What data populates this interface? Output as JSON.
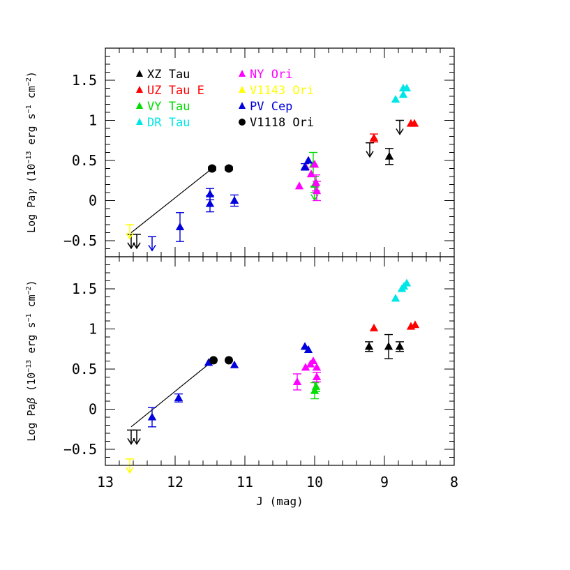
{
  "chart_data": {
    "type": "scatter",
    "xlabel": "J (mag)",
    "xlim": [
      13,
      8
    ],
    "xticks": [
      "13",
      "12",
      "11",
      "10",
      "9",
      "8"
    ],
    "panels": [
      {
        "id": "pagamma",
        "ylabel_pre": "Log Pa",
        "ylabel_greek": "γ",
        "ylabel_post": " (10",
        "ylabel_exp1": "−13",
        "ylabel_mid": " erg s",
        "ylabel_exp2": "−1",
        "ylabel_mid2": " cm",
        "ylabel_exp3": "−2",
        "ylabel_end": ")",
        "ylim": [
          -0.7,
          1.9
        ],
        "yticks": [
          -0.5,
          0,
          0.5,
          1,
          1.5
        ],
        "ytick_labels": [
          "−0.5",
          "0",
          "0.5",
          "1",
          "1.5"
        ],
        "fit_line": [
          [
            12.63,
            -0.4
          ],
          [
            11.47,
            0.4
          ]
        ],
        "series": [
          {
            "name": "XZ Tau",
            "color": "#000000",
            "points": [
              {
                "x": 8.93,
                "y": 0.55,
                "err": 0.1
              },
              {
                "x": 12.63,
                "y": -0.42,
                "limit": "upper"
              },
              {
                "x": 12.55,
                "y": -0.42,
                "limit": "upper"
              },
              {
                "x": 9.21,
                "y": 0.72,
                "limit": "upper"
              },
              {
                "x": 8.78,
                "y": 1.0,
                "limit": "upper"
              }
            ]
          },
          {
            "name": "UZ Tau E",
            "color": "#ff0000",
            "points": [
              {
                "x": 9.15,
                "y": 0.78,
                "err": 0.05
              },
              {
                "x": 8.62,
                "y": 0.96
              },
              {
                "x": 8.57,
                "y": 0.96
              }
            ]
          },
          {
            "name": "VY Tau",
            "color": "#00dd00",
            "points": [
              {
                "x": 10.02,
                "y": 0.45,
                "err": 0.15
              },
              {
                "x": 10.0,
                "y": 0.2,
                "err": 0.1
              },
              {
                "x": 10.0,
                "y": 0.18,
                "limit": "upper"
              }
            ]
          },
          {
            "name": "DR Tau",
            "color": "#00e6e6",
            "points": [
              {
                "x": 8.84,
                "y": 1.26
              },
              {
                "x": 8.73,
                "y": 1.32
              },
              {
                "x": 8.73,
                "y": 1.4
              },
              {
                "x": 8.68,
                "y": 1.4
              }
            ]
          },
          {
            "name": "NY Ori",
            "color": "#ff00ff",
            "points": [
              {
                "x": 10.22,
                "y": 0.18
              },
              {
                "x": 10.13,
                "y": 0.42
              },
              {
                "x": 10.05,
                "y": 0.33
              },
              {
                "x": 10.0,
                "y": 0.45
              },
              {
                "x": 9.97,
                "y": 0.12,
                "err": 0.12
              },
              {
                "x": 9.98,
                "y": 0.22,
                "err": 0.1
              }
            ]
          },
          {
            "name": "V1143 Ori",
            "color": "#ffff00",
            "points": [
              {
                "x": 12.65,
                "y": -0.3,
                "limit": "upper"
              }
            ]
          },
          {
            "name": "PV Cep",
            "color": "#0000dd",
            "points": [
              {
                "x": 11.93,
                "y": -0.33,
                "err": 0.18
              },
              {
                "x": 11.5,
                "y": 0.08,
                "err": 0.07
              },
              {
                "x": 11.5,
                "y": -0.04,
                "err": 0.1
              },
              {
                "x": 11.15,
                "y": 0.0,
                "err": 0.07
              },
              {
                "x": 10.14,
                "y": 0.42,
                "err": 0.04
              },
              {
                "x": 10.09,
                "y": 0.5
              },
              {
                "x": 12.33,
                "y": -0.45,
                "limit": "upper"
              }
            ]
          },
          {
            "name": "V1118 Ori",
            "color": "#000000",
            "marker": "circle",
            "points": [
              {
                "x": 11.47,
                "y": 0.4,
                "err": 0.02
              },
              {
                "x": 11.23,
                "y": 0.4,
                "err": 0.02
              }
            ]
          }
        ]
      },
      {
        "id": "pabeta",
        "ylabel_pre": "Log Pa",
        "ylabel_greek": "β",
        "ylabel_post": " (10",
        "ylabel_exp1": "−13",
        "ylabel_mid": " erg s",
        "ylabel_exp2": "−1",
        "ylabel_mid2": " cm",
        "ylabel_exp3": "−2",
        "ylabel_end": ")",
        "ylim": [
          -0.7,
          1.9
        ],
        "yticks": [
          -0.5,
          0,
          0.5,
          1,
          1.5
        ],
        "ytick_labels": [
          "−0.5",
          "0",
          "0.5",
          "1",
          "1.5"
        ],
        "fit_line": [
          [
            12.63,
            -0.22
          ],
          [
            11.45,
            0.61
          ]
        ],
        "series": [
          {
            "name": "XZ Tau",
            "color": "#000000",
            "points": [
              {
                "x": 9.22,
                "y": 0.78,
                "err": 0.06
              },
              {
                "x": 8.94,
                "y": 0.78,
                "err": 0.15
              },
              {
                "x": 8.78,
                "y": 0.78,
                "err": 0.06
              },
              {
                "x": 12.63,
                "y": -0.26,
                "limit": "upper"
              },
              {
                "x": 12.55,
                "y": -0.26,
                "limit": "upper"
              }
            ]
          },
          {
            "name": "UZ Tau E",
            "color": "#ff0000",
            "points": [
              {
                "x": 9.15,
                "y": 1.01
              },
              {
                "x": 8.62,
                "y": 1.03
              },
              {
                "x": 8.56,
                "y": 1.05
              }
            ]
          },
          {
            "name": "VY Tau",
            "color": "#00dd00",
            "points": [
              {
                "x": 10.0,
                "y": 0.23,
                "err": 0.1
              },
              {
                "x": 9.98,
                "y": 0.28,
                "err": 0.06
              }
            ]
          },
          {
            "name": "DR Tau",
            "color": "#00e6e6",
            "points": [
              {
                "x": 8.84,
                "y": 1.38
              },
              {
                "x": 8.75,
                "y": 1.5
              },
              {
                "x": 8.72,
                "y": 1.53
              },
              {
                "x": 8.68,
                "y": 1.57
              }
            ]
          },
          {
            "name": "NY Ori",
            "color": "#ff00ff",
            "points": [
              {
                "x": 10.25,
                "y": 0.34,
                "err": 0.1
              },
              {
                "x": 10.13,
                "y": 0.52
              },
              {
                "x": 10.06,
                "y": 0.56
              },
              {
                "x": 10.02,
                "y": 0.6
              },
              {
                "x": 9.97,
                "y": 0.52
              },
              {
                "x": 9.97,
                "y": 0.4,
                "err": 0.06
              }
            ]
          },
          {
            "name": "V1143 Ori",
            "color": "#ffff00",
            "points": [
              {
                "x": 12.65,
                "y": -0.62,
                "limit": "upper"
              }
            ]
          },
          {
            "name": "PV Cep",
            "color": "#0000dd",
            "points": [
              {
                "x": 12.33,
                "y": -0.1,
                "err": 0.12
              },
              {
                "x": 11.95,
                "y": 0.14,
                "err": 0.05
              },
              {
                "x": 11.52,
                "y": 0.58
              },
              {
                "x": 11.15,
                "y": 0.55
              },
              {
                "x": 10.14,
                "y": 0.78
              },
              {
                "x": 10.09,
                "y": 0.74
              }
            ]
          },
          {
            "name": "V1118 Ori",
            "color": "#000000",
            "marker": "circle",
            "points": [
              {
                "x": 11.45,
                "y": 0.61
              },
              {
                "x": 11.23,
                "y": 0.61
              }
            ]
          }
        ]
      }
    ],
    "legend": {
      "placement": "top-left of upper panel",
      "columns": [
        [
          {
            "label": "XZ Tau",
            "color": "#000000",
            "marker": "triangle"
          },
          {
            "label": "UZ Tau E",
            "color": "#ff0000",
            "marker": "triangle"
          },
          {
            "label": "VY Tau",
            "color": "#00dd00",
            "marker": "triangle"
          },
          {
            "label": "DR Tau",
            "color": "#00e6e6",
            "marker": "triangle"
          }
        ],
        [
          {
            "label": "NY Ori",
            "color": "#ff00ff",
            "marker": "triangle"
          },
          {
            "label": "V1143 Ori",
            "color": "#ffff00",
            "marker": "triangle"
          },
          {
            "label": "PV Cep",
            "color": "#0000dd",
            "marker": "triangle"
          },
          {
            "label": "V1118 Ori",
            "color": "#000000",
            "marker": "circle"
          }
        ]
      ]
    }
  }
}
